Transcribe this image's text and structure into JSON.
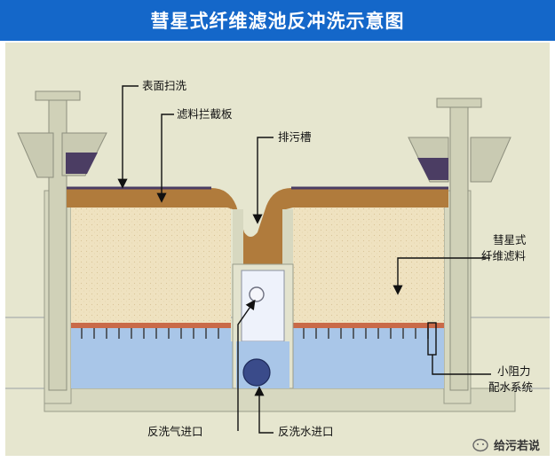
{
  "title": "彗星式纤维滤池反冲洗示意图",
  "labels": {
    "surface_wash": "表面扫洗",
    "filter_block": "滤料拦截板",
    "drain_trough": "排污槽",
    "fiber_media_line1": "彗星式",
    "fiber_media_line2": "纤维滤料",
    "low_resistance_line1": "小阻力",
    "low_resistance_line2": "配水系统",
    "air_inlet": "反洗气进口",
    "water_inlet": "反洗水进口"
  },
  "watermark": "给污若说",
  "colors": {
    "title_bar": "#1467c9",
    "tank_background": "#e6e6cf",
    "concrete_wall": "#d7d8c0",
    "filter_media": "#efe2c0",
    "sludge_layer": "#b07b3c",
    "water_plenum": "#a9c6e8",
    "support_plate": "#c96a48"
  }
}
